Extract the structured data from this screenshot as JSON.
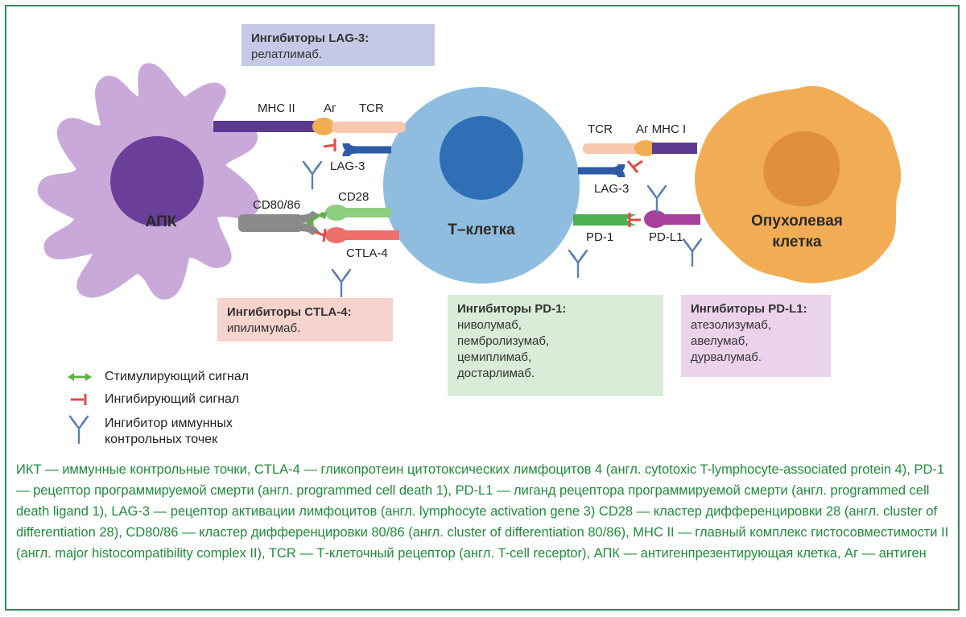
{
  "cells": {
    "apc": "АПК",
    "tcell": "Т–клетка",
    "tumor": [
      "Опухолевая",
      "клетка"
    ]
  },
  "molecules": {
    "mhc2": "MHC II",
    "ag_left": "Аг",
    "tcr_left": "TCR",
    "lag3_left": "LAG-3",
    "cd8086": "CD80/86",
    "cd28": "CD28",
    "ctla4": "CTLA-4",
    "tcr_right": "TCR",
    "ag_mhc1": "Аг MHC I",
    "lag3_right": "LAG-3",
    "pd1": "PD-1",
    "pdl1": "PD-L1"
  },
  "boxes": {
    "lag3": {
      "title": "Ингибиторы LAG-3:",
      "drugs": [
        "релатлимаб."
      ],
      "color": "#c5c8e6"
    },
    "ctla4": {
      "title": "Ингибиторы CTLA-4:",
      "drugs": [
        "ипилимумаб."
      ],
      "color": "#f6d3cc"
    },
    "pd1": {
      "title": "Ингибиторы PD-1:",
      "drugs": [
        "ниволумаб,",
        "пембролизумаб,",
        "цемиплимаб,",
        "достарлимаб."
      ],
      "color": "#d8ecd8"
    },
    "pdl1": {
      "title": "Ингибиторы PD-L1:",
      "drugs": [
        "атезолизумаб,",
        "авелумаб,",
        "дурвалумаб."
      ],
      "color": "#ecd3ec"
    }
  },
  "legend": {
    "stimulating": "Стимулирующий сигнал",
    "inhibiting": "Ингибирующий сигнал",
    "checkpoint_inhibitor": [
      "Ингибитор иммунных",
      "контрольных точек"
    ]
  },
  "footnote": "ИКТ — иммунные контрольные точки, CTLA-4 — гликопротеин цитотоксических лимфоцитов 4 (англ. cytotoxic T-lymphocyte-associated protein 4), PD-1 — рецептор программируемой смерти (англ. programmed cell death 1), PD-L1 — лиганд рецептора программируемой смерти (англ. programmed cell death ligand 1), LAG-3 — рецептор активации лимфоцитов (англ. lymphocyte activation gene 3) CD28 — кластер дифференцировки 28 (англ. cluster of differentiation 28), CD80/86 — кластер дифференцировки 80/86 (англ. cluster of differentiation 80/86), MHC II — главный комплекс гистосовместимости II (англ. major histocompatibility complex II), TCR — Т-клеточный рецептор (англ. T-cell receptor), АПК — антигенпрезентирующая клетка, Аг — антиген",
  "colors": {
    "apc": "#c9a9d9",
    "apc_nucleus": "#6b3f99",
    "tcell": "#8fbde0",
    "tcell_nucleus": "#2e6fb6",
    "tumor": "#f2ad54",
    "tumor_nucleus": "#e0903a",
    "footnote": "#1f8c3a"
  }
}
